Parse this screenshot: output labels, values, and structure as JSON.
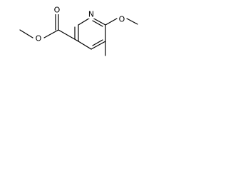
{
  "molecule": {
    "atoms": {
      "ring_nitrogen": "N",
      "carbonyl_oxygen": "O",
      "ester_oxygen": "O",
      "ether_oxygen": "O"
    }
  }
}
